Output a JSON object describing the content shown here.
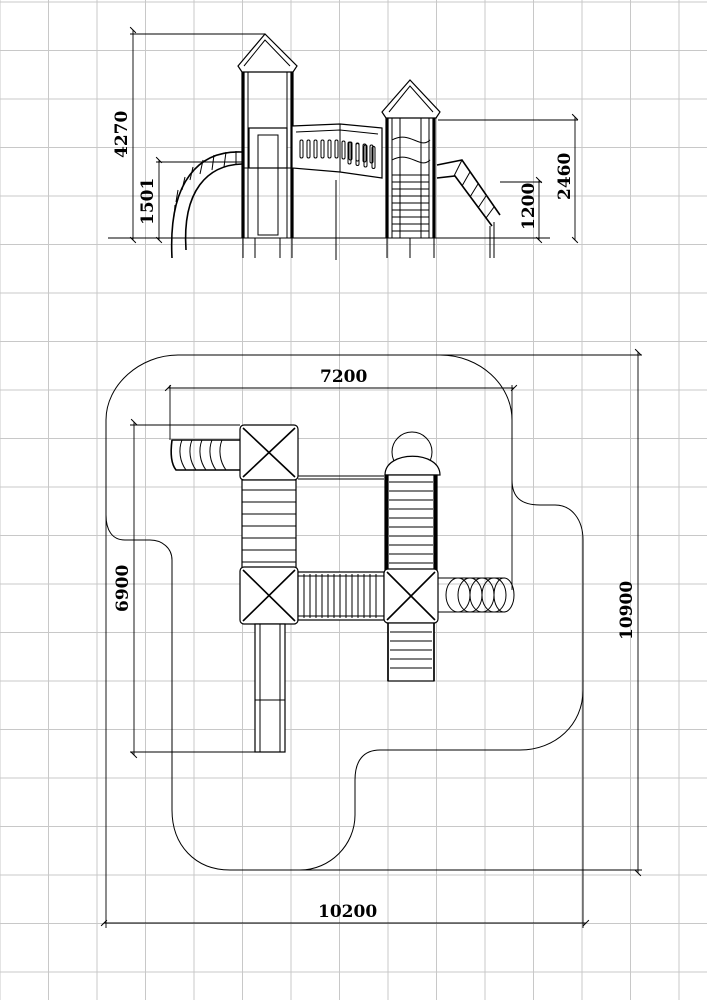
{
  "dimensions": {
    "side_total_height": "4270",
    "side_platform_height": "1501",
    "side_right_tower_height": "2460",
    "side_right_platform_height": "1200",
    "plan_width_inner": "7200",
    "plan_depth_inner": "6900",
    "plan_total_width": "10200",
    "plan_total_depth": "10900"
  }
}
